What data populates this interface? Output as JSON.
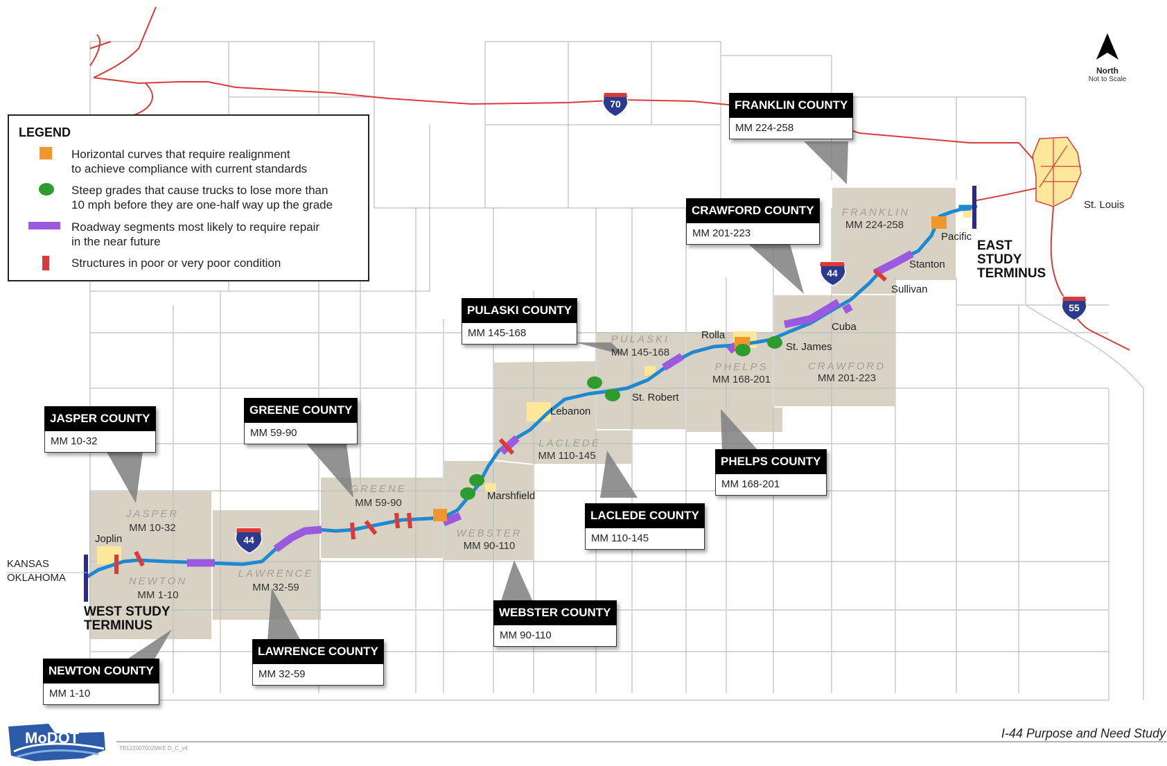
{
  "legend": {
    "title": "LEGEND",
    "items": [
      {
        "label": "Horizontal curves that require realignment\nto achieve compliance with current standards",
        "symbol": "orange-square",
        "color": "#F0962A"
      },
      {
        "label": "Steep grades that cause trucks to lose more than\n10 mph before they are one-half way up the grade",
        "symbol": "green-circle",
        "color": "#2E9B2E"
      },
      {
        "label": "Roadway segments most likely to require repair\nin the near future",
        "symbol": "purple-bar",
        "color": "#9B59E0"
      },
      {
        "label": "Structures in poor or very poor condition",
        "symbol": "red-bar",
        "color": "#D93B3B"
      }
    ]
  },
  "callouts": [
    {
      "name": "FRANKLIN COUNTY",
      "range": "MM 224-258"
    },
    {
      "name": "CRAWFORD COUNTY",
      "range": "MM 201-223"
    },
    {
      "name": "PULASKI COUNTY",
      "range": "MM 145-168"
    },
    {
      "name": "JASPER COUNTY",
      "range": "MM 10-32"
    },
    {
      "name": "GREENE COUNTY",
      "range": "MM 59-90"
    },
    {
      "name": "PHELPS COUNTY",
      "range": "MM 168-201"
    },
    {
      "name": "LACLEDE COUNTY",
      "range": "MM 110-145"
    },
    {
      "name": "WEBSTER COUNTY",
      "range": "MM 90-110"
    },
    {
      "name": "LAWRENCE COUNTY",
      "range": "MM 32-59"
    },
    {
      "name": "NEWTON COUNTY",
      "range": "MM 1-10"
    }
  ],
  "county_labels": [
    {
      "name": "JASPER",
      "range": "MM 10-32"
    },
    {
      "name": "NEWTON",
      "range": "MM 1-10"
    },
    {
      "name": "LAWRENCE",
      "range": "MM 32-59"
    },
    {
      "name": "GREENE",
      "range": "MM 59-90"
    },
    {
      "name": "WEBSTER",
      "range": "MM 90-110"
    },
    {
      "name": "LACLEDE",
      "range": "MM 110-145"
    },
    {
      "name": "PULASKI",
      "range": "MM 145-168"
    },
    {
      "name": "PHELPS",
      "range": "MM 168-201"
    },
    {
      "name": "CRAWFORD",
      "range": "MM 201-223"
    },
    {
      "name": "FRANKLIN",
      "range": "MM 224-258"
    }
  ],
  "cities": {
    "joplin": "Joplin",
    "marshfield": "Marshfield",
    "lebanon": "Lebanon",
    "st_robert": "St. Robert",
    "rolla": "Rolla",
    "st_james": "St. James",
    "cuba": "Cuba",
    "sullivan": "Sullivan",
    "stanton": "Stanton",
    "pacific": "Pacific",
    "st_louis": "St. Louis"
  },
  "state_labels": {
    "kansas": "KANSAS",
    "oklahoma": "OKLAHOMA"
  },
  "termini": {
    "west": "WEST STUDY\nTERMINUS",
    "east": "EAST\nSTUDY\nTERMINUS"
  },
  "shields": {
    "i70": "70",
    "i44": "44",
    "i55": "55"
  },
  "north": {
    "label": "North",
    "note": "Not to Scale"
  },
  "footer": {
    "title": "I-44 Purpose and Need Study",
    "doc_id": "TB122007002MKE D_C_v4",
    "logo": "MoDOT"
  },
  "colors": {
    "interstate": "#1E88D0",
    "highway": "#D93B3B",
    "county_fill": "#D9D3C7",
    "city_fill": "#FCE79A",
    "terminus": "#2A2A8C",
    "shield": "#2B3A8C"
  }
}
